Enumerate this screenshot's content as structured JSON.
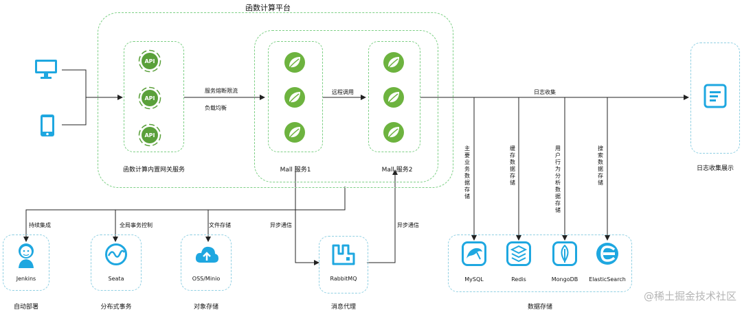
{
  "platform": {
    "title": "函数计算平台"
  },
  "gateway": {
    "label": "函数计算内置网关服务",
    "icon_text": "API"
  },
  "mall1": {
    "label": "Mall 服务1"
  },
  "mall2": {
    "label": "Mall 服务2"
  },
  "edges": {
    "circuit_breaker": "服务熔断限流",
    "load_balance": "负载均衡",
    "remote_call": "远程调用",
    "log_collect": "日志收集",
    "ci": "持续集成",
    "tx_control": "全局事务控制",
    "file_store": "文件存储",
    "async1": "异步通信",
    "async2": "异步通信",
    "main_store": "主要业务数据存储",
    "cache_store": "缓存数据存储",
    "behavior_store": "用户行为分析数据存储",
    "search_store": "搜索数据存储"
  },
  "log_display": {
    "label": "日志收集展示"
  },
  "jenkins": {
    "name": "Jenkins",
    "group": "自动部署"
  },
  "seata": {
    "name": "Seata",
    "group": "分布式事务"
  },
  "oss": {
    "name": "OSS/Minio",
    "group": "对象存储"
  },
  "mq": {
    "name": "RabbitMQ",
    "group": "消息代理"
  },
  "storage": {
    "group": "数据存储",
    "items": [
      "MySQL",
      "Redis",
      "MongoDB",
      "ElasticSearch"
    ]
  },
  "watermark": "@稀土掘金技术社区",
  "colors": {
    "green": "#5aa03a",
    "blue": "#1ea7e0",
    "dash_green": "#7ccf84",
    "dash_blue": "#8ecfe2"
  }
}
